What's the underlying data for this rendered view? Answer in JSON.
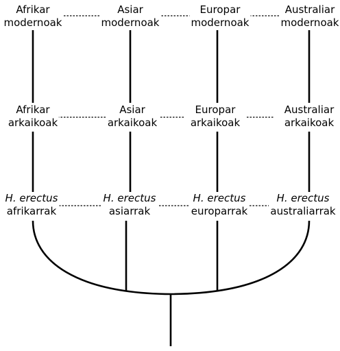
{
  "populations": [
    {
      "modern": [
        "Afrikar",
        "modernoak"
      ],
      "archaic": [
        "Afrikar",
        "arkaikoak"
      ],
      "erectus": [
        "H. erectus",
        "afrikarrak"
      ]
    },
    {
      "modern": [
        "Asiar",
        "modernoak"
      ],
      "archaic": [
        "Asiar",
        "arkaikoak"
      ],
      "erectus": [
        "H. erectus",
        "asiarrak"
      ]
    },
    {
      "modern": [
        "Europar",
        "modernoak"
      ],
      "archaic": [
        "Europar",
        "arkaikoak"
      ],
      "erectus": [
        "H. erectus",
        "europarrak"
      ]
    },
    {
      "modern": [
        "Australiar",
        "modernoak"
      ],
      "archaic": [
        "Australiar",
        "arkaikoak"
      ],
      "erectus": [
        "H. erectus",
        "australiarrak"
      ]
    }
  ],
  "colors": {
    "line": "#000000",
    "background": "#ffffff"
  }
}
